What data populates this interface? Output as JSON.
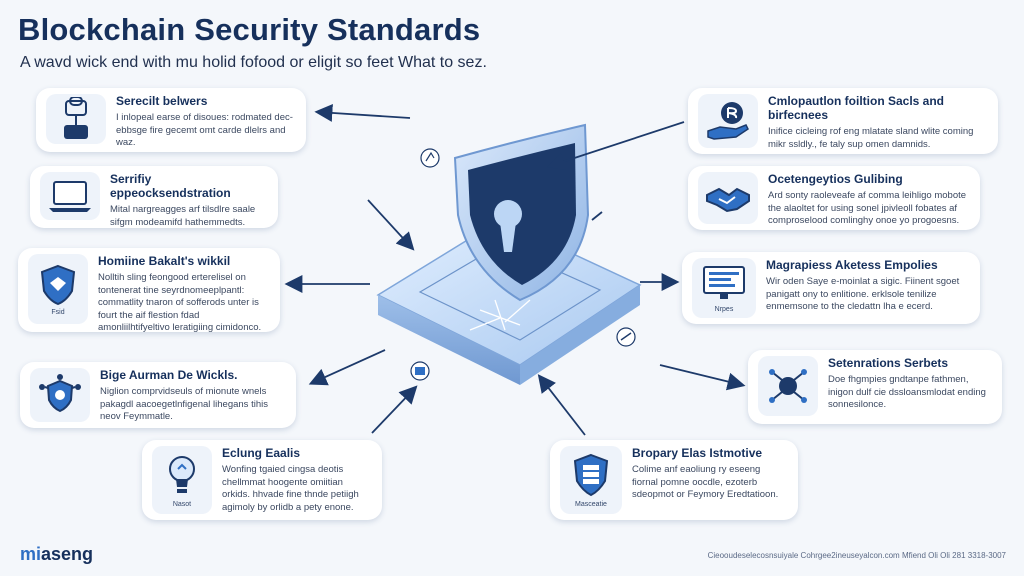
{
  "header": {
    "title": "Blockchain Security Standards",
    "subtitle": "A wavd wick end with mu holid fofood or eligit so feet What to sez."
  },
  "cards": [
    {
      "title": "Serecilt belwers",
      "text": "I inlopeal earse of disoues: rodmated dec-ebbsge fire gecemt omt carde dlelrs and waz.",
      "icon": "lock-key-icon",
      "caption": ""
    },
    {
      "title": "Serrifiy eppeocksendstration",
      "text": "Mital nargreagges arf tilsdlre saale sifgm modeamifd hathemmedts.",
      "icon": "laptop-icon",
      "caption": ""
    },
    {
      "title": "Homiine Bakalt's wikkil",
      "text": "Nolltih sling feongood erterelisel on tontenerat tine seyrdnomeeplpantl: commatlity tnaron of sofferods unter is fourt the aif flestion fdad amonliilhtifyeltivo leratigiing cimidonco.",
      "icon": "shield-badge-icon",
      "caption": "Fsid"
    },
    {
      "title": "Bige Aurman De Wickls.",
      "text": "Niglion comprvidseuls of mionute wnels pakagdl aacoegetlnfigenal lihegans tihis neov Feymmatle.",
      "icon": "network-shield-icon",
      "caption": ""
    },
    {
      "title": "Eclung Eaalis",
      "text": "Wonfing tgaied cingsa deotis chellmmat hoogente omiitian orkids. hhvade fine thnde petiigh agimoly by orlidb a pety enone.",
      "icon": "lightbulb-icon",
      "caption": "Nasot"
    },
    {
      "title": "Bropary Elas Istmotive",
      "text": "Colime anf eaoliung ry eseeng fiornal pomne oocdle, ezoterb sdeopmot or Feymory Eredtatioon.",
      "icon": "server-shield-icon",
      "caption": "Masceatie"
    },
    {
      "title": "Setenrations Serbets",
      "text": "Doe fhgmpies gndtanpe fathmen, inigon dulf cie dssloansmlodat ending sonnesilonce.",
      "icon": "network-bug-icon",
      "caption": ""
    },
    {
      "title": "Magrapiess Aketess Empolies",
      "text": "Wir oden Saye e-moinlat a sigic. Fiinent sgoet panigatt ony to enlitione. erklsole tenilize enmemsone to the cledattn lha e ecerd.",
      "icon": "monitor-icon",
      "caption": "Nrpes"
    },
    {
      "title": "Ocetengeytios Gulibing",
      "text": "Ard sonty raoleveafe af comma leihligo mobote the alaoltet for using sonel jpivleoll fobates af comproselood comlinghy onoe yo progoesns.",
      "icon": "handshake-icon",
      "caption": ""
    },
    {
      "title": "Cmlopautlon foiltion Sacls and birfecnees",
      "text": "Inifice cicleing rof eng mlatate sland wlite coming mikr ssldly., fe taly sup omen damnids.",
      "icon": "hand-coin-icon",
      "caption": ""
    }
  ],
  "footer": {
    "logo_prefix": "mi",
    "logo_suffix": "aseng",
    "note": "Cieooudeselecosnsuiyale Cohrgee2ineuseyalcon.com Mfiend Oli Oli 281 3318-3007"
  },
  "colors": {
    "accent": "#2f6fc4",
    "navy": "#16305c",
    "shield_fill": "#1d3a6a",
    "platform": "#bcd6f5"
  }
}
